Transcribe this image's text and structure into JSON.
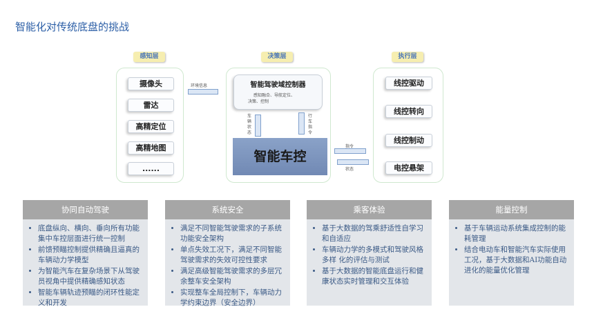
{
  "title": "智能化对传统底盘的挑战",
  "layers": {
    "perception": "感知层",
    "decision": "决策层",
    "execution": "执行层"
  },
  "perception_items": [
    "摄像头",
    "雷达",
    "高精定位",
    "高精地图",
    "......"
  ],
  "env_info": "环境信息",
  "controller": {
    "title": "智能驾驶域控制器",
    "desc1": "感知融合、导航定位、",
    "desc2": "决策、控制"
  },
  "vehicle_state": "车辆状态",
  "drive_cmd": "行车指令",
  "vehicle_control": "智能车控",
  "cmd": "指令",
  "state": "状态",
  "execution_items": [
    "线控驱动",
    "线控转向",
    "线控制动",
    "电控悬架"
  ],
  "cards": [
    {
      "title": "协同自动驾驶",
      "items": [
        "底盘纵向、横向、垂向所有功能集中车控层面进行统一控制",
        "前馈预瞄控制提供精确且逼真的车辆动力学模型",
        "为智能汽车在复杂场景下从驾驶员视角中提供精确感知状态",
        "智能车辆轨迹预瞄的闭环性能定义和开发"
      ]
    },
    {
      "title": "系统安全",
      "items": [
        "满足不同智能驾驶需求的子系统功能安全架构",
        "单点失效工况下，满足不同智能驾驶需求的失效可控性要求",
        "满足高级智能驾驶需求的多层冗余整车安全架构",
        "实现整车全局控制下，车辆动力学约束边界（安全边界）"
      ]
    },
    {
      "title": "乘客体验",
      "items": [
        "基于大数据的驾乘舒适性自学习和自适应",
        "车辆动力学的多模式和驾驶风格多样 化的评估与测试",
        "基于大数据的智能底盘运行和健康状态实时管理和交互体验"
      ]
    },
    {
      "title": "能量控制",
      "items": [
        "基于车辆运动系统集成控制的能耗管理",
        "结合电动车和智能汽车实际使用工况，基于大数据和AI功能自动进化的能量优化管理"
      ]
    }
  ]
}
